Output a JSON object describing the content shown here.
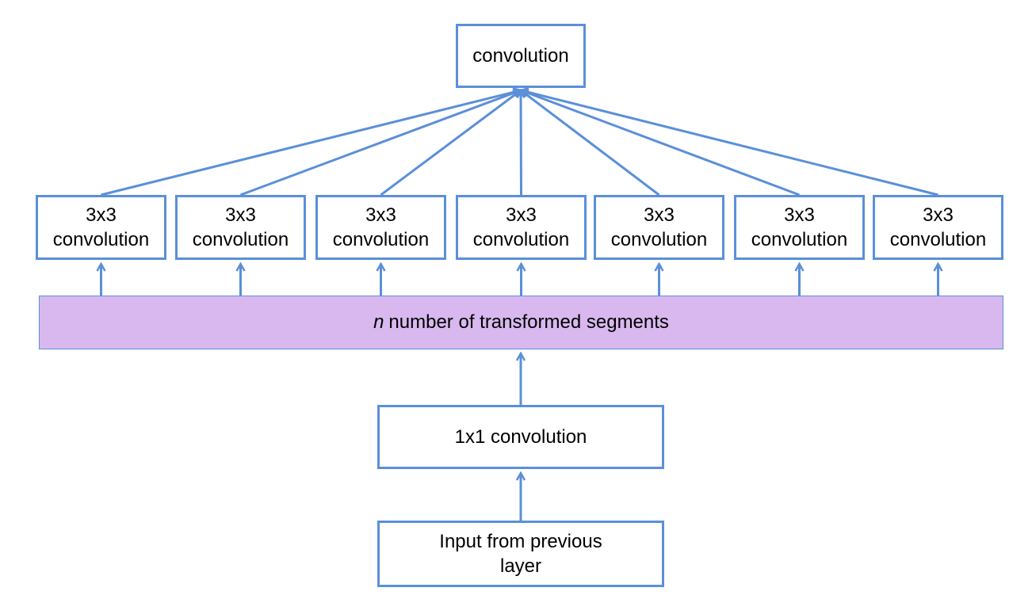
{
  "nodes": {
    "top": {
      "label": "convolution"
    },
    "branch": {
      "line1": "3x3",
      "line2": "convolution",
      "count": 7
    },
    "segments": {
      "variable": "n",
      "label": "number of transformed segments"
    },
    "pointwise": {
      "label": "1x1 convolution"
    },
    "input": {
      "line1": "Input from previous",
      "line2": "layer"
    }
  },
  "colors": {
    "stroke": "#5b8fd9",
    "band_fill": "#d8b8ee"
  }
}
